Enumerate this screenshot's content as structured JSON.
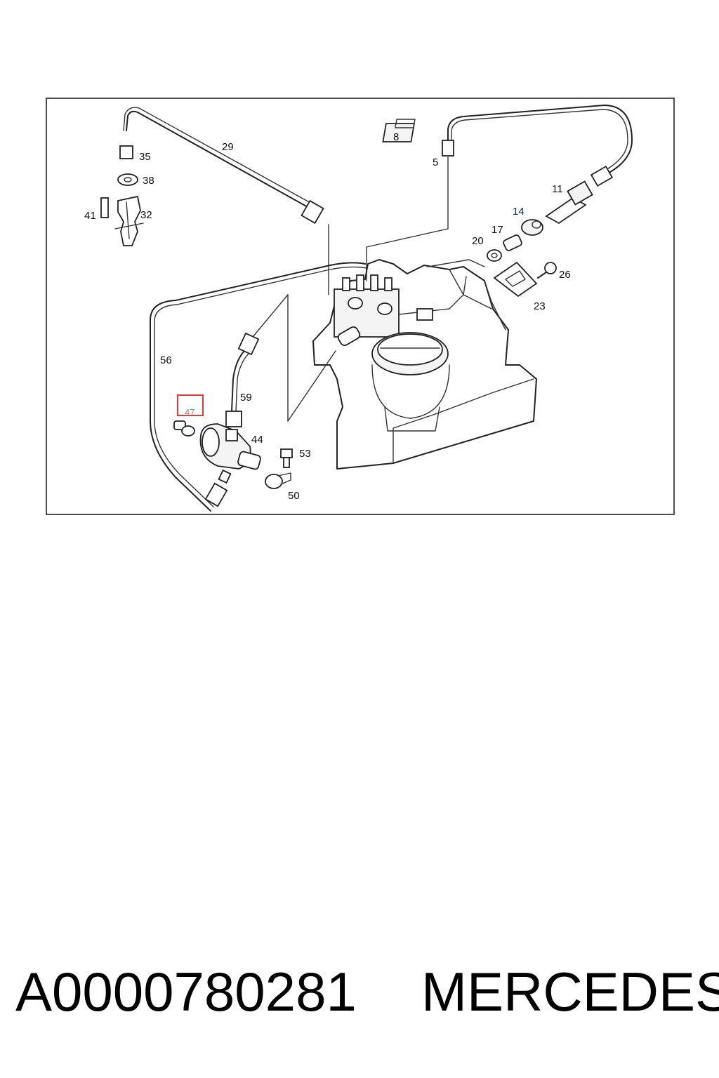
{
  "diagram": {
    "callouts": [
      {
        "id": "c29",
        "text": "29"
      },
      {
        "id": "c35",
        "text": "35"
      },
      {
        "id": "c38",
        "text": "38"
      },
      {
        "id": "c41",
        "text": "41"
      },
      {
        "id": "c32",
        "text": "32"
      },
      {
        "id": "c8",
        "text": "8"
      },
      {
        "id": "c5",
        "text": "5"
      },
      {
        "id": "c11",
        "text": "11"
      },
      {
        "id": "c14",
        "text": "14"
      },
      {
        "id": "c17",
        "text": "17"
      },
      {
        "id": "c20",
        "text": "20"
      },
      {
        "id": "c26",
        "text": "26"
      },
      {
        "id": "c23",
        "text": "23"
      },
      {
        "id": "c56",
        "text": "56"
      },
      {
        "id": "c59",
        "text": "59"
      },
      {
        "id": "c44",
        "text": "44"
      },
      {
        "id": "c53",
        "text": "53"
      },
      {
        "id": "c50",
        "text": "50"
      }
    ],
    "highlighted_callout": "47",
    "highlight_color": "#e53935"
  },
  "footer": {
    "part_number": "A0000780281",
    "brand": "MERCEDES"
  }
}
